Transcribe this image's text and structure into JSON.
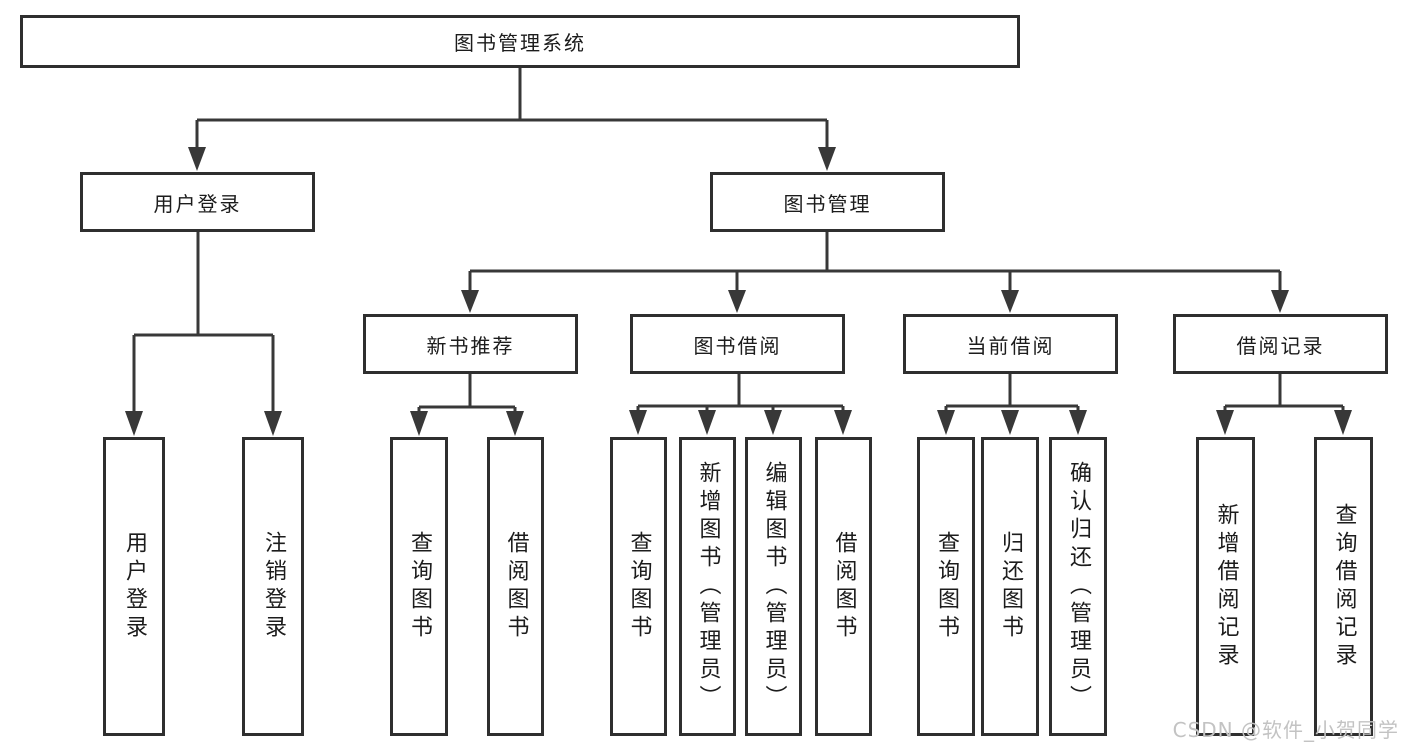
{
  "nodes": {
    "root": "图书管理系统",
    "userLogin": "用户登录",
    "bookManagement": "图书管理",
    "newBookRecommend": "新书推荐",
    "bookBorrow": "图书借阅",
    "currentBorrow": "当前借阅",
    "borrowRecords": "借阅记录",
    "leafUserLogin": "用户登录",
    "leafLogout": "注销登录",
    "leafQueryBooksRec": "查询图书",
    "leafBorrowBooksRec": "借阅图书",
    "leafQueryBooksBorrow": "查询图书",
    "leafAddBookAdmin": "新增图书（管理员）",
    "leafEditBookAdmin": "编辑图书（管理员）",
    "leafBorrowBooksBorrow": "借阅图书",
    "leafQueryBooksCurrent": "查询图书",
    "leafReturnBook": "归还图书",
    "leafConfirmReturnAdmin": "确认归还（管理员）",
    "leafAddBorrowRecord": "新增借阅记录",
    "leafQueryBorrowRecord": "查询借阅记录"
  },
  "watermark": "CSDN @软件_小贺同学",
  "colors": {
    "line": "#383838",
    "box_border": "#2f2f2f",
    "text": "#1c1c1c",
    "watermark": "#c3c3c3",
    "background": "#ffffff"
  }
}
